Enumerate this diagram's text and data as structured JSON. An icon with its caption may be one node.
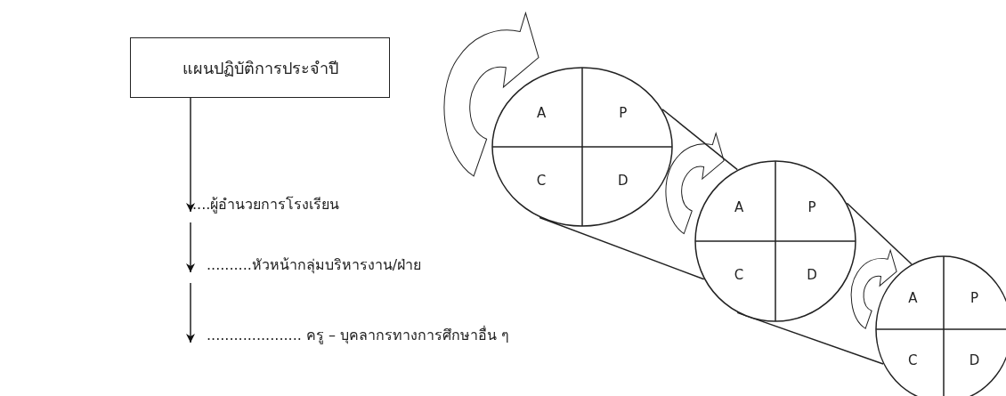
{
  "diagram": {
    "nodes": [
      {
        "text": [
          "แผนปฏิบัติการประจำปี"
        ]
      },
      {
        "text": [
          "....ผู้อำนวยการโรงเรียน"
        ]
      },
      {
        "text": [
          "..........หัวหน้ากลุ่มบริหารงาน/ฝ่าย"
        ]
      },
      {
        "text": [
          "..................... ครู – บุคลากรทางการศึกษาอื่น ๆ"
        ]
      },
      {
        "text": [
          "A",
          "P",
          "C",
          "D"
        ]
      },
      {
        "text": [
          "A",
          "P",
          "C",
          "D"
        ]
      },
      {
        "text": [
          "A",
          "P",
          "C",
          "D"
        ]
      }
    ],
    "edges": [
      {
        "from": 0,
        "to": 1,
        "arrow": "to"
      },
      {
        "from": 1,
        "to": 2,
        "arrow": "to"
      },
      {
        "from": 2,
        "to": 3,
        "arrow": "to"
      },
      {
        "from": 4,
        "to": 5,
        "arrow": "none"
      },
      {
        "from": 4,
        "to": 5,
        "arrow": "none"
      },
      {
        "from": 5,
        "to": 6,
        "arrow": "none"
      },
      {
        "from": 5,
        "to": 6,
        "arrow": "none"
      }
    ]
  }
}
